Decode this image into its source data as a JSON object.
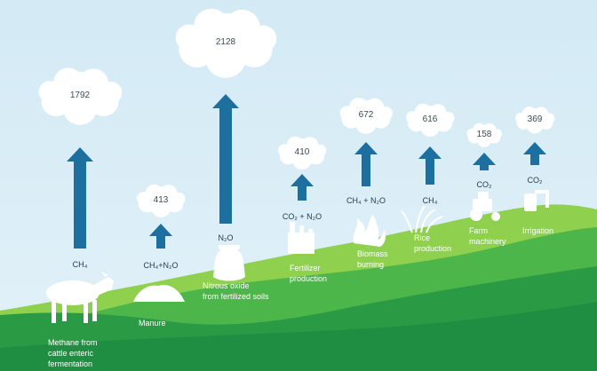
{
  "colors": {
    "sky": "#d6ecf6",
    "arrow": "#1d6f9f",
    "hill_light": "#8fd14f",
    "hill_mid": "#4cb64a",
    "hill_dark": "#1f8e43",
    "cloud": "#ffffff"
  },
  "sources": [
    {
      "value": "1792",
      "gas": "CH₄",
      "label_lines": [
        "Methane from",
        "cattle enteric",
        "fermentation"
      ],
      "icon": "cow-icon"
    },
    {
      "value": "413",
      "gas": "CH₄+N₂O",
      "label_lines": [
        "Manure"
      ],
      "icon": "manure-pile-icon"
    },
    {
      "value": "2128",
      "gas": "N₂O",
      "label_lines": [
        "Nitrous oxide",
        "from fertilized soils"
      ],
      "icon": "fertilizer-bag-icon"
    },
    {
      "value": "410",
      "gas": "CO₂ + N₂O",
      "label_lines": [
        "Fertilizer",
        "production"
      ],
      "icon": "factory-icon"
    },
    {
      "value": "672",
      "gas": "CH₄ + N₂O",
      "label_lines": [
        "Biomass",
        "burning"
      ],
      "icon": "fire-icon"
    },
    {
      "value": "616",
      "gas": "CH₄",
      "label_lines": [
        "Rice",
        "production"
      ],
      "icon": "rice-plant-icon"
    },
    {
      "value": "158",
      "gas": "CO₂",
      "label_lines": [
        "Farm",
        "machinery"
      ],
      "icon": "tractor-icon"
    },
    {
      "value": "369",
      "gas": "CO₂",
      "label_lines": [
        "Irrigation"
      ],
      "icon": "irrigation-pump-icon"
    }
  ]
}
